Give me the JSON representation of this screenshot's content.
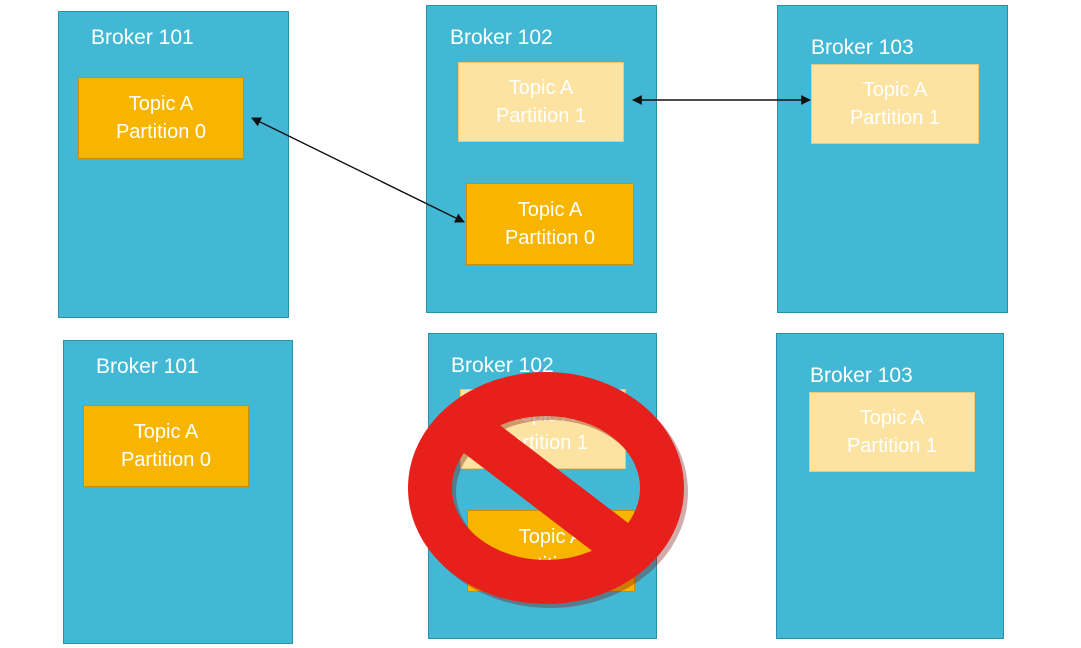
{
  "top_row": {
    "broker_101": {
      "title": "Broker 101",
      "partition": {
        "topic": "Topic A",
        "partition": "Partition 0"
      }
    },
    "broker_102": {
      "title": "Broker 102",
      "partition_follower": {
        "topic": "Topic A",
        "partition": "Partition 1"
      },
      "partition_leader": {
        "topic": "Topic A",
        "partition": "Partition 0"
      }
    },
    "broker_103": {
      "title": "Broker 103",
      "partition": {
        "topic": "Topic A",
        "partition": "Partition 1"
      }
    }
  },
  "bottom_row": {
    "broker_101": {
      "title": "Broker 101",
      "partition": {
        "topic": "Topic A",
        "partition": "Partition 0"
      }
    },
    "broker_102": {
      "title": "Broker 102",
      "partition_follower": {
        "topic": "Topic A",
        "partition": "Partition 1"
      },
      "partition_leader": {
        "topic": "Topic A",
        "partition": "Partition 0"
      }
    },
    "broker_103": {
      "title": "Broker 103",
      "partition": {
        "topic": "Topic A",
        "partition": "Partition 1"
      }
    }
  },
  "colors": {
    "broker": "#43B8D4",
    "leader_partition": "#F7B500",
    "follower_partition": "#FCE3A1",
    "prohibition_sign": "#E8201C"
  },
  "icons": {
    "down_broker": "prohibition-icon"
  }
}
